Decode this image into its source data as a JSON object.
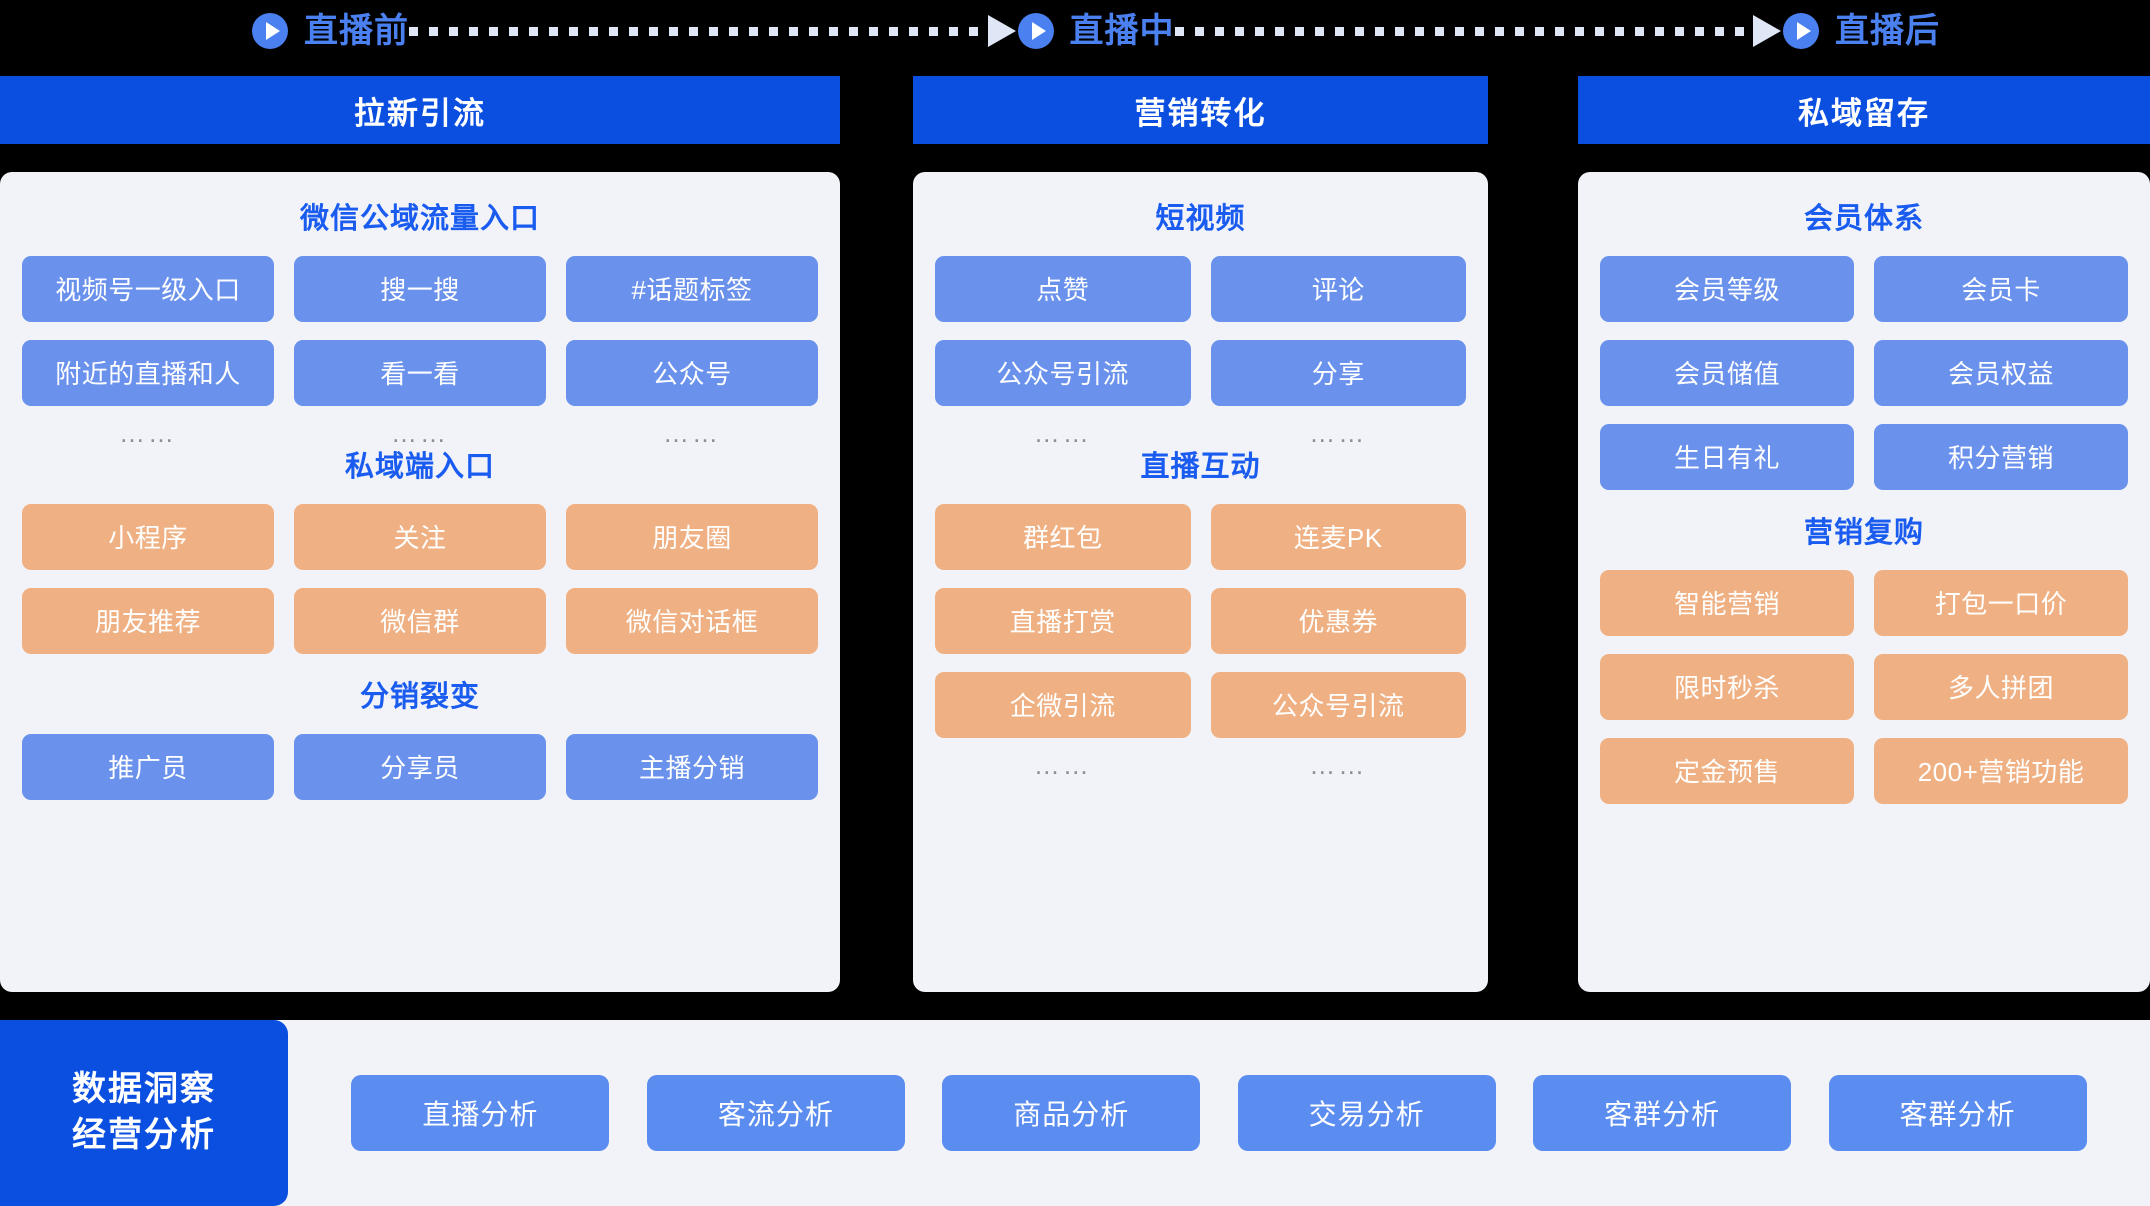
{
  "timeline": {
    "phases": [
      {
        "icon": "play-circle-icon",
        "label": "直播前"
      },
      {
        "icon": "play-circle-icon",
        "label": "直播中"
      },
      {
        "icon": "play-circle-icon",
        "label": "直播后"
      }
    ],
    "connector_color": "#dfe6f6"
  },
  "colors": {
    "header_blue": "#0b4fe0",
    "title_blue": "#1a5cf0",
    "chip_blue": "#6a92ec",
    "chip_orange": "#efb183",
    "card_bg": "#f1f3f8",
    "page_bg": "#000000",
    "phase_label": "#4a80f0"
  },
  "ellipsis": "……",
  "columns": [
    {
      "header": "拉新引流",
      "sections": [
        {
          "title": "微信公域流量入口",
          "chip_color": "blue",
          "columns": 3,
          "chips": [
            "视频号一级入口",
            "搜一搜",
            "#话题标签",
            "附近的直播和人",
            "看一看",
            "公众号"
          ],
          "ellipsis_slots": 3
        },
        {
          "title": "私域端入口",
          "chip_color": "orange",
          "columns": 3,
          "chips": [
            "小程序",
            "关注",
            "朋友圈",
            "朋友推荐",
            "微信群",
            "微信对话框"
          ],
          "ellipsis_slots": 0
        },
        {
          "title": "分销裂变",
          "chip_color": "blue",
          "columns": 3,
          "chips": [
            "推广员",
            "分享员",
            "主播分销"
          ],
          "ellipsis_slots": 0
        }
      ]
    },
    {
      "header": "营销转化",
      "sections": [
        {
          "title": "短视频",
          "chip_color": "blue",
          "columns": 2,
          "chips": [
            "点赞",
            "评论",
            "公众号引流",
            "分享"
          ],
          "ellipsis_slots": 2
        },
        {
          "title": "直播互动",
          "chip_color": "orange",
          "columns": 2,
          "chips": [
            "群红包",
            "连麦PK",
            "直播打赏",
            "优惠券",
            "企微引流",
            "公众号引流"
          ],
          "ellipsis_slots": 2
        }
      ]
    },
    {
      "header": "私域留存",
      "sections": [
        {
          "title": "会员体系",
          "chip_color": "blue",
          "columns": 2,
          "chips": [
            "会员等级",
            "会员卡",
            "会员储值",
            "会员权益",
            "生日有礼",
            "积分营销"
          ],
          "ellipsis_slots": 0
        },
        {
          "title": "营销复购",
          "chip_color": "orange",
          "columns": 2,
          "chips": [
            "智能营销",
            "打包一口价",
            "限时秒杀",
            "多人拼团",
            "定金预售",
            "200+营销功能"
          ],
          "ellipsis_slots": 0
        }
      ]
    }
  ],
  "bottom": {
    "label_line1": "数据洞察",
    "label_line2": "经营分析",
    "chips": [
      "直播分析",
      "客流分析",
      "商品分析",
      "交易分析",
      "客群分析",
      "客群分析"
    ]
  }
}
